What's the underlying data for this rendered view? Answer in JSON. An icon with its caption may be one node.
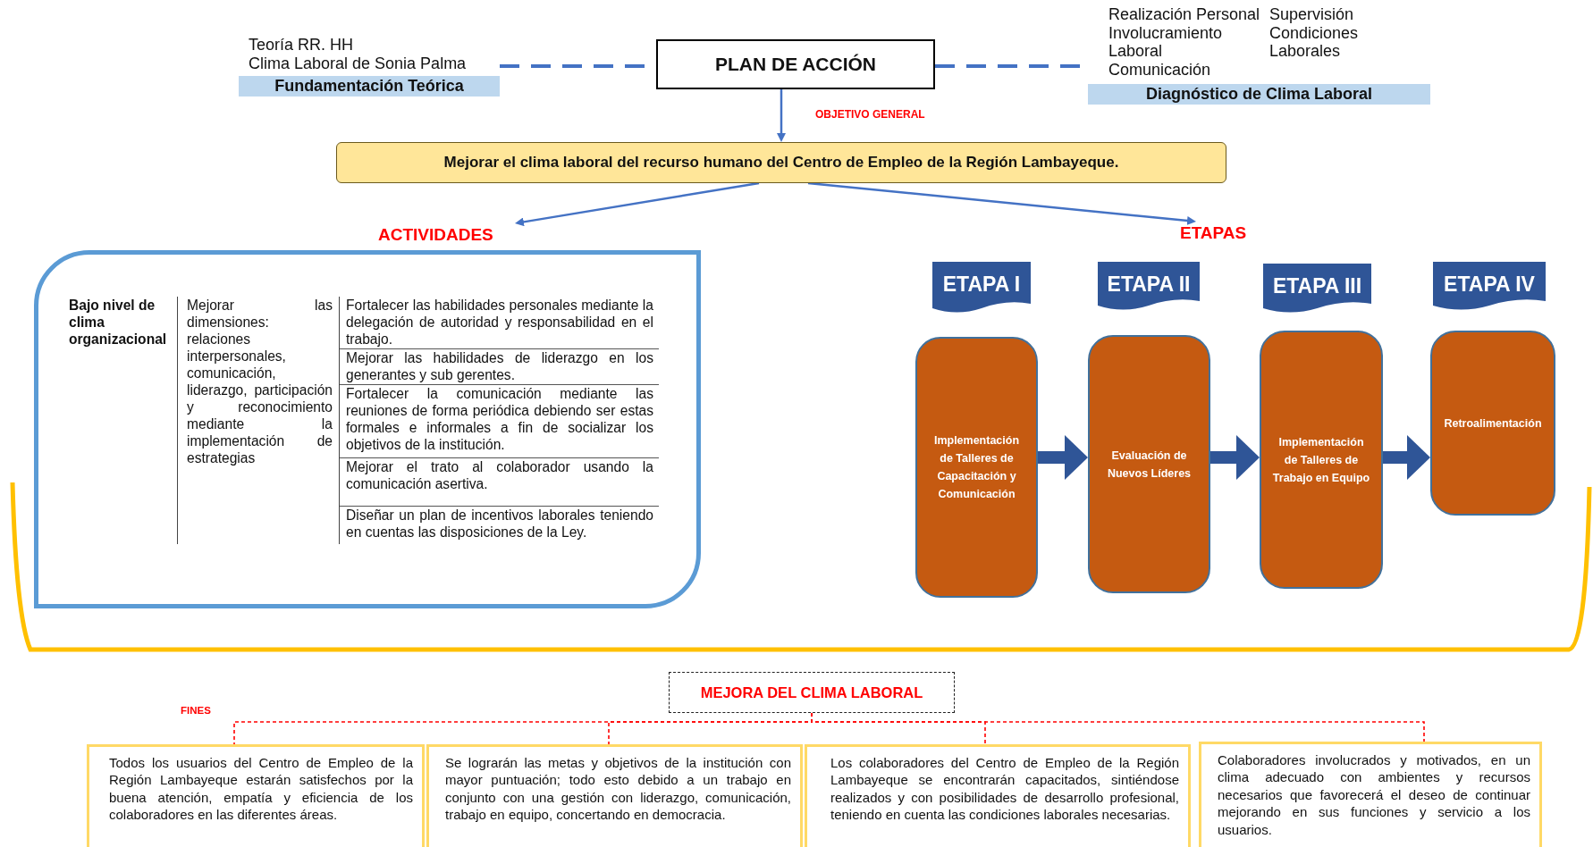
{
  "diagram": {
    "nodes": [
      {
        "text": [
          "Teoría RR. HH",
          "Clima Laboral de Sonia Palma",
          "Fundamentación Teórica"
        ]
      },
      {
        "text": [
          "PLAN DE ACCIÓN"
        ]
      },
      {
        "text": [
          "Realización Personal",
          "Supervisión",
          "Involucramiento Laboral",
          "Condiciones Laborales",
          "Comunicación",
          "Diagnóstico de Clima Laboral"
        ]
      },
      {
        "text": [
          "Mejorar el clima laboral del recurso humano del Centro de Empleo de la Región Lambayeque."
        ]
      },
      {
        "text": [
          "ACTIVIDADES",
          "Bajo nivel de clima organizacional",
          "Mejorar las dimensiones: relaciones interpersonales, comunicación, liderazgo, participación y reconocimiento mediante la implementación de estrategias",
          "Fortalecer las habilidades personales mediante la delegación de autoridad y responsabilidad en el trabajo.",
          "Mejorar las habilidades de liderazgo en los generantes y sub gerentes.",
          "Fortalecer la comunicación mediante las reuniones de forma periódica debiendo ser estas formales e informales a fin de socializar los objetivos de la institución.",
          "Mejorar el trato al colaborador usando la comunicación asertiva.",
          "Diseñar un plan de incentivos laborales teniendo en cuentas las disposiciones de la Ley."
        ]
      },
      {
        "text": [
          "ETAPAS"
        ]
      },
      {
        "text": [
          "ETAPA I"
        ]
      },
      {
        "text": [
          "ETAPA II"
        ]
      },
      {
        "text": [
          "ETAPA III"
        ]
      },
      {
        "text": [
          "ETAPA IV"
        ]
      },
      {
        "text": [
          "Implementación de Talleres de Capacitación y Comunicación"
        ]
      },
      {
        "text": [
          "Evaluación de Nuevos Líderes"
        ]
      },
      {
        "text": [
          "Implementación de Talleres de Trabajo en Equipo"
        ]
      },
      {
        "text": [
          "Retroalimentación"
        ]
      },
      {
        "text": [
          "MEJORA DEL CLIMA LABORAL"
        ]
      },
      {
        "text": [
          "Todos los usuarios del Centro de Empleo de la Región Lambayeque estarán satisfechos por la buena atención, empatía y eficiencia de los colaboradores en las diferentes áreas."
        ]
      },
      {
        "text": [
          "Se lograrán las metas y objetivos de la institución con mayor puntuación; todo esto debido a un trabajo en conjunto con una gestión con liderazgo, comunicación, trabajo en equipo, concertando en democracia."
        ]
      },
      {
        "text": [
          "Los colaboradores del Centro de Empleo de la Región Lambayeque se encontrarán capacitados, sintiéndose realizados y con posibilidades de desarrollo profesional, teniendo en cuenta las condiciones laborales necesarias."
        ]
      },
      {
        "text": [
          "Colaboradores involucrados y motivados, en un clima adecuado con ambientes y recursos necesarios que favorecerá el deseo de continuar mejorando en sus funciones y servicio a los usuarios."
        ]
      }
    ],
    "edges": [
      {
        "from": 0,
        "to": 1,
        "arrow": "none",
        "style": "dashed"
      },
      {
        "from": 1,
        "to": 2,
        "arrow": "none",
        "style": "dashed"
      },
      {
        "from": 1,
        "to": 3,
        "arrow": "to",
        "label": "OBJETIVO GENERAL"
      },
      {
        "from": 3,
        "to": 4,
        "arrow": "to"
      },
      {
        "from": 3,
        "to": 5,
        "arrow": "to"
      },
      {
        "from": 10,
        "to": 11,
        "arrow": "to",
        "style": "thick",
        "color": "#2f5597"
      },
      {
        "from": 11,
        "to": 12,
        "arrow": "to",
        "style": "thick",
        "color": "#2f5597"
      },
      {
        "from": 12,
        "to": 13,
        "arrow": "to",
        "style": "thick",
        "color": "#2f5597"
      },
      {
        "from": 14,
        "to": 15,
        "arrow": "none",
        "style": "dashed",
        "color": "#ff0000"
      },
      {
        "from": 14,
        "to": 16,
        "arrow": "none",
        "style": "dashed",
        "color": "#ff0000"
      },
      {
        "from": 14,
        "to": 17,
        "arrow": "none",
        "style": "dashed",
        "color": "#ff0000"
      },
      {
        "from": 14,
        "to": 18,
        "arrow": "none",
        "style": "dashed",
        "color": "#ff0000"
      }
    ],
    "labels": [
      "FINES"
    ]
  }
}
